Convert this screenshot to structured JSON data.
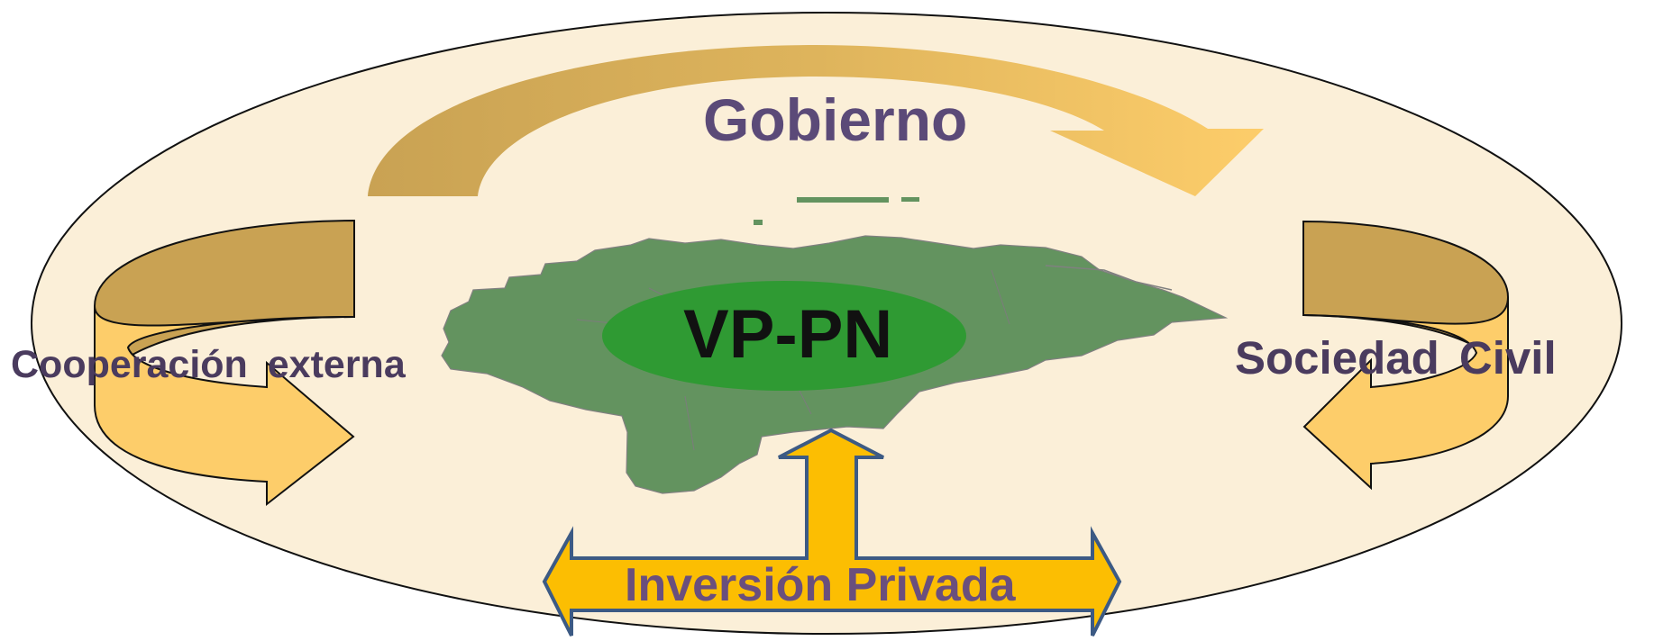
{
  "diagram": {
    "center_label": "VP-PN",
    "actors": {
      "top": "Gobierno",
      "left": "Cooperación  externa",
      "right": "Sociedad  Civil",
      "bottom": "Inversión Privada"
    },
    "colors": {
      "ellipse_fill": "#fbefd8",
      "arrow_dark": "#c9a253",
      "arrow_light": "#fdcd6a",
      "map_green": "#63935f",
      "center_green": "#2f9a33",
      "bottom_arrow": "#fcbe02",
      "bottom_arrow_border": "#3c5a84",
      "label_purple": "#5b4a78"
    }
  }
}
